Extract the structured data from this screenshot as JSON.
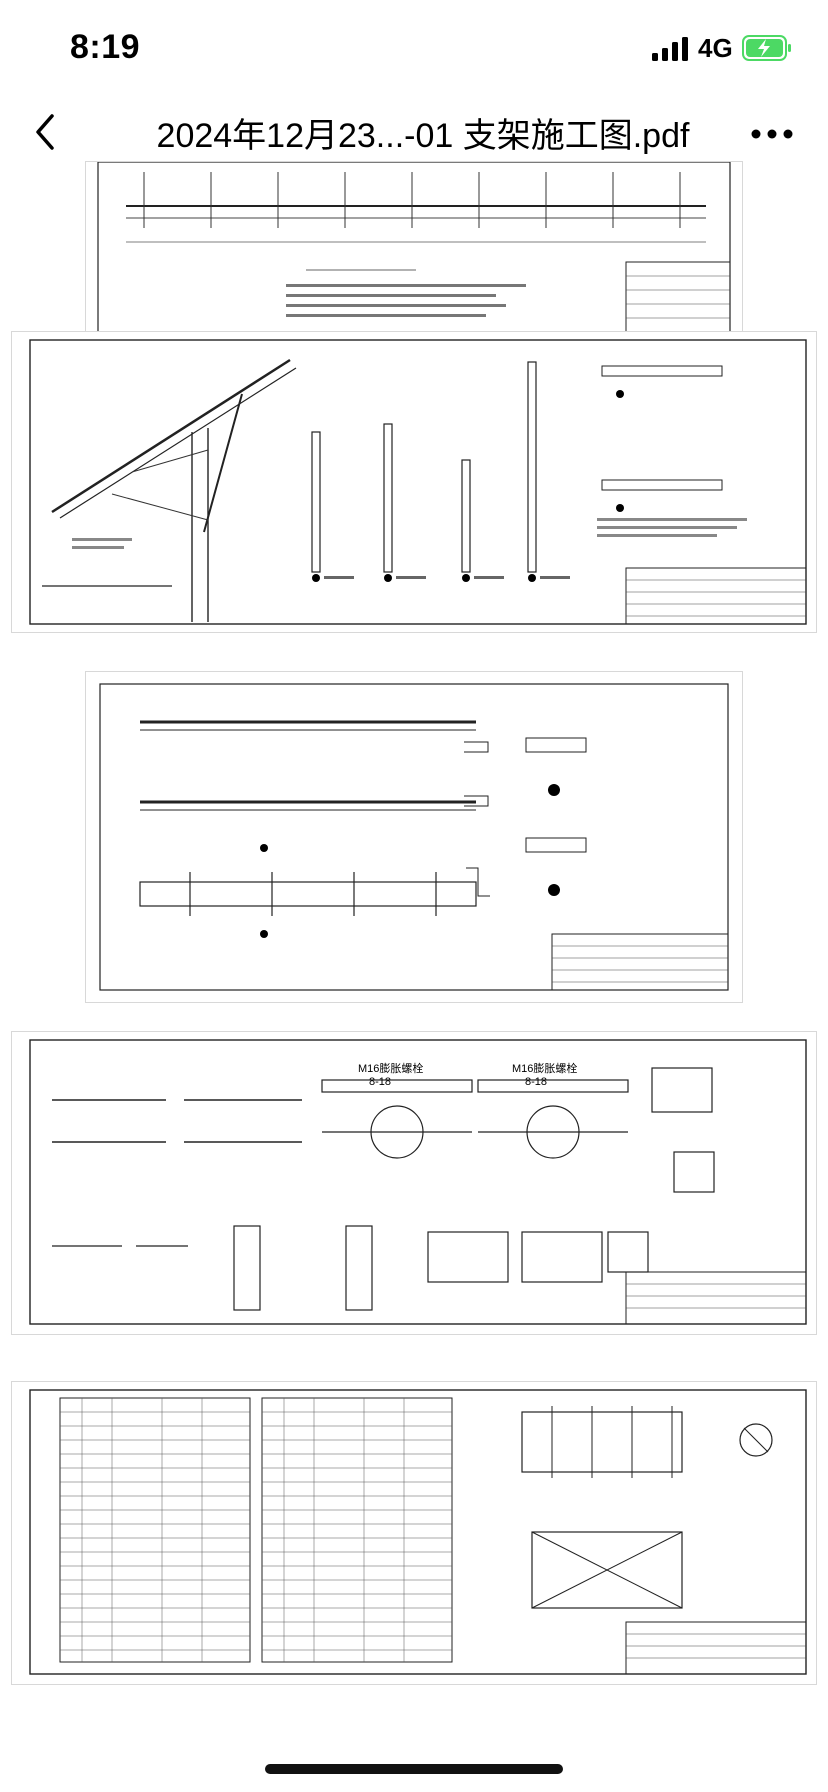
{
  "status_bar": {
    "time": "8:19",
    "network": "4G",
    "signal_icon": "cellular-signal-icon",
    "battery_icon": "battery-charging-icon",
    "battery_color": "#4cd964"
  },
  "nav": {
    "back_icon": "chevron-left-icon",
    "title": "2024年12月23...-01 支架施工图.pdf",
    "more_icon": "ellipsis-icon"
  },
  "pages": [
    {
      "sheet": "page-1"
    },
    {
      "sheet": "page-2"
    },
    {
      "sheet": "page-3"
    },
    {
      "sheet": "page-4"
    },
    {
      "sheet": "page-5"
    }
  ],
  "drawing_text": {
    "bolt_label_a": "M16膨胀螺栓",
    "bolt_label_b": "M16膨胀螺栓",
    "bolt_size_a": "8-18",
    "bolt_size_b": "8-18"
  }
}
